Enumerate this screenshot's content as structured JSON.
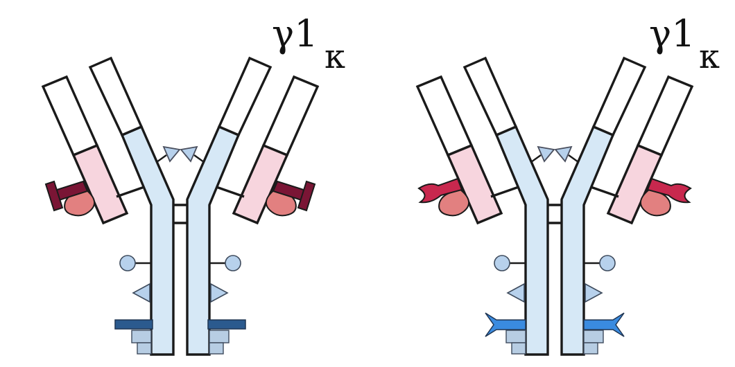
{
  "antibodies": [
    {
      "heavy_chain_label": "γ1",
      "light_chain_label": "κ",
      "colors": {
        "constant_heavy": "#d6e8f6",
        "light_constant": "#f7d5de",
        "outline": "#1a1a1a",
        "bulb": "#e28080",
        "label_marker": "#7a1535",
        "glycan_bar": "#2b5a8e",
        "base_block": "#b7cde3",
        "small_markers": "#b7d1ec"
      },
      "label_marker_shape": "cross-bar"
    },
    {
      "heavy_chain_label": "γ1",
      "light_chain_label": "κ",
      "colors": {
        "constant_heavy": "#d6e8f6",
        "light_constant": "#f7d5de",
        "outline": "#1a1a1a",
        "bulb": "#e28080",
        "label_marker": "#c8284e",
        "glycan_bar": "#3a8be0",
        "base_block": "#b7cde3",
        "small_markers": "#b7d1ec"
      },
      "label_marker_shape": "forked"
    }
  ]
}
